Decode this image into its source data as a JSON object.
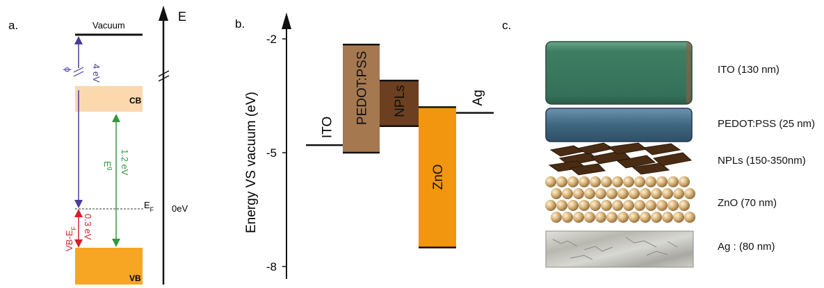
{
  "panel_a": {
    "letter": "a.",
    "vacuum": "Vacuum",
    "axis_label": "E",
    "phi": "ϕ",
    "phi_value": "4 eV",
    "cb": "CB",
    "vb": "VB",
    "gap_symbol": "E",
    "gap_sub": "g",
    "gap_value": "1.2 eV",
    "fermi": "E",
    "fermi_sub": "F",
    "zero": "0eV",
    "vbef": "VB-E",
    "vbef_sub": "F",
    "vbef_value": "0.3 eV",
    "colors": {
      "cb": "#fbd8ae",
      "vb": "#f6a623",
      "phi": "#4b3a9e",
      "gap": "#2f9a3f",
      "vbef": "#d4212e"
    }
  },
  "panel_b": {
    "letter": "b.",
    "ylabel": "Energy VS vacuum (eV)",
    "ticks": [
      "-2",
      "-5",
      "-8"
    ],
    "chart_data": {
      "type": "bar",
      "ylim": [
        -8.1,
        -1.6
      ],
      "ylabel": "Energy VS vacuum (eV)",
      "levels": [
        {
          "name": "ITO",
          "value": -4.8
        },
        {
          "name": "PEDOT:PSS",
          "top": -2.15,
          "bottom": -5.0
        },
        {
          "name": "NPLs",
          "top": -3.1,
          "bottom": -4.3
        },
        {
          "name": "ZnO",
          "top": -3.8,
          "bottom": -7.5
        },
        {
          "name": "Ag",
          "value": -3.95
        }
      ]
    },
    "colors": {
      "pedot": "#a6784f",
      "npls": "#6b3f1f",
      "zno": "#f2960f"
    }
  },
  "panel_c": {
    "letter": "c.",
    "layers": [
      {
        "label": "ITO (130 nm)"
      },
      {
        "label": "PEDOT:PSS (25 nm)"
      },
      {
        "label": "NPLs (150-350nm)"
      },
      {
        "label": "ZnO (70 nm)"
      },
      {
        "label": "Ag : (80 nm)"
      }
    ],
    "colors": {
      "ito": "#3f7d63",
      "pedot": "#3f6680",
      "npls": "#4a2c14",
      "zno": "#d9b47a",
      "ag": "#c9c9c4"
    }
  }
}
